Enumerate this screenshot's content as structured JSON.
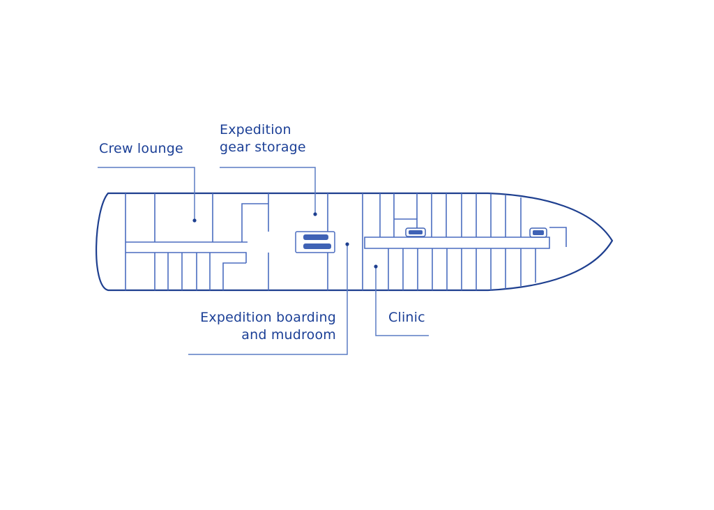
{
  "diagram": {
    "type": "ship deck plan",
    "colors": {
      "hull": "#1e3f8f",
      "walls": "#4a6cbf",
      "leader": "#5a7cc4",
      "text": "#1b3f96",
      "background": "#ffffff"
    },
    "labels": {
      "crew_lounge": "Crew lounge",
      "gear_storage": {
        "line1": "Expedition",
        "line2": "gear storage"
      },
      "boarding": {
        "line1": "Expedition boarding",
        "line2": "and mudroom"
      },
      "clinic": "Clinic"
    }
  }
}
